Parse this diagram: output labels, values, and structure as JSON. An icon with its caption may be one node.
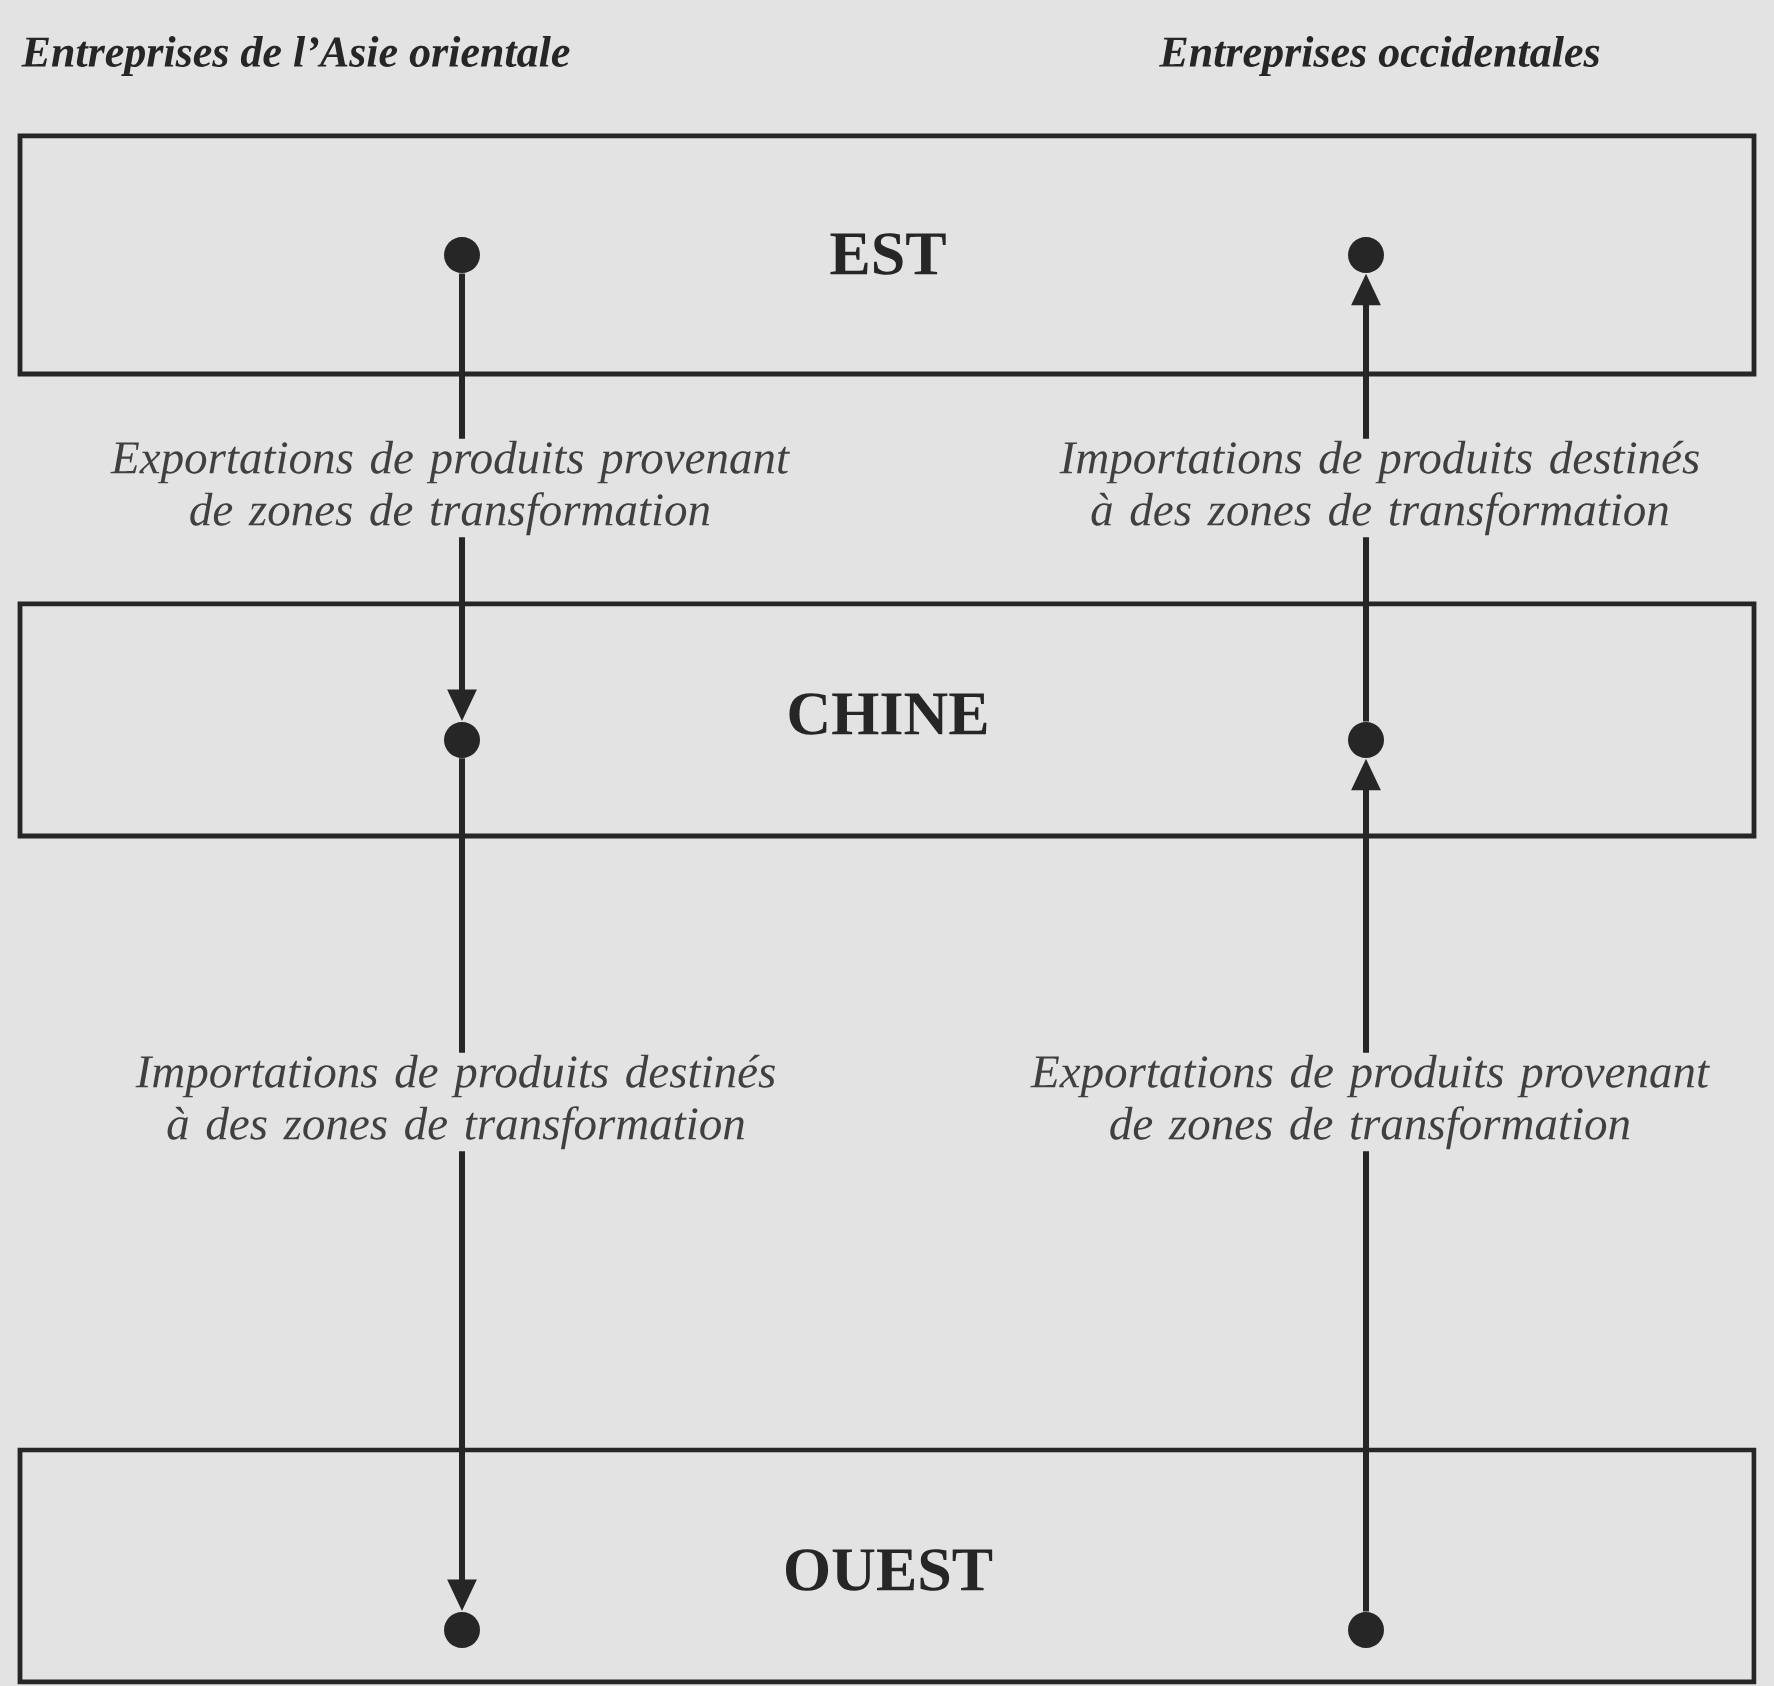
{
  "diagram": {
    "nodes": [
      {
        "text": [
          "EST"
        ]
      },
      {
        "text": [],
        "shape": "circle",
        "in": 0
      },
      {
        "text": [],
        "shape": "circle",
        "in": 0
      },
      {
        "text": [
          "CHINE"
        ]
      },
      {
        "text": [],
        "shape": "circle",
        "in": 3
      },
      {
        "text": [],
        "shape": "circle",
        "in": 3
      },
      {
        "text": [
          "OUEST"
        ]
      },
      {
        "text": [],
        "shape": "circle",
        "in": 6
      },
      {
        "text": [],
        "shape": "circle",
        "in": 6
      }
    ],
    "edges": [
      {
        "from": 1,
        "to": 4,
        "arrow": "to",
        "label": "Exportations de produits provenant de zones de transformation"
      },
      {
        "from": 5,
        "to": 2,
        "arrow": "to",
        "label": "Importations de produits destinés à des zones de transformation"
      },
      {
        "from": 4,
        "to": 7,
        "arrow": "to",
        "label": "Importations de produits destinés à des zones de transformation"
      },
      {
        "from": 8,
        "to": 5,
        "arrow": "to",
        "label": "Exportations de produits provenant de zones de transformation"
      }
    ],
    "labels": [
      "Entreprises de l’Asie orientale",
      "Entreprises occidentales"
    ]
  }
}
